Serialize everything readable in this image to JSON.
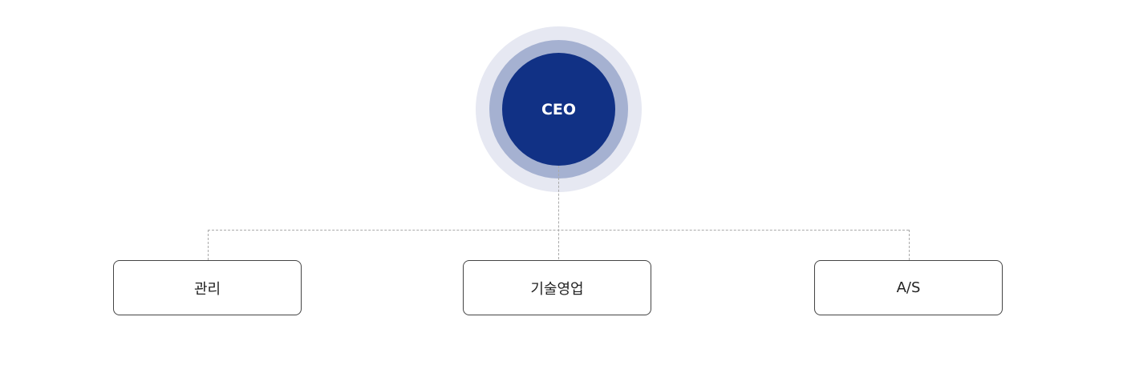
{
  "ceo": {
    "label": "CEO"
  },
  "departments": [
    {
      "label": "관리"
    },
    {
      "label": "기술영업"
    },
    {
      "label": "A/S"
    }
  ],
  "colors": {
    "ceo_fill": "#113185",
    "ring_middle": "#a5b1d1",
    "ring_outer": "#e6e8f2"
  }
}
